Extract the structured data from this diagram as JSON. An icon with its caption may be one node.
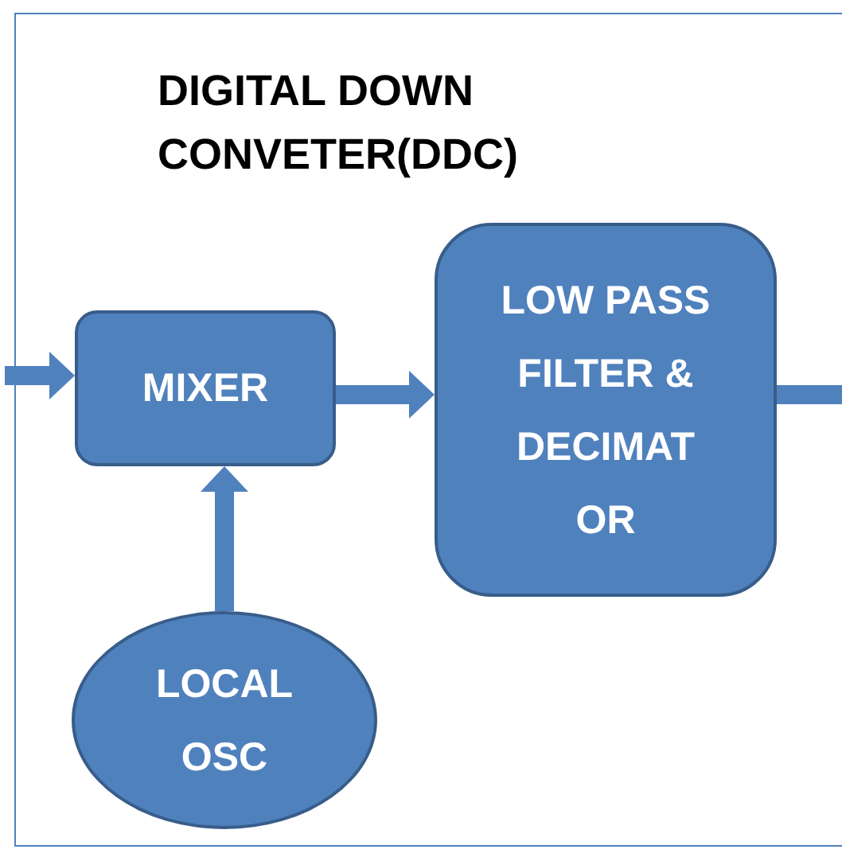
{
  "diagram": {
    "nodes": [
      {
        "text": [
          "DIGITAL DOWN CONVETER(DDC)"
        ]
      },
      {
        "text": [
          "MIXER"
        ],
        "in": 0
      },
      {
        "text": [
          "LOW PASS FILTER & DECIMAT OR"
        ],
        "in": 0
      },
      {
        "text": [
          "LOCAL OSC"
        ],
        "in": 0
      }
    ],
    "edges": [
      {
        "from": null,
        "to": 1,
        "arrow": "to"
      },
      {
        "from": 1,
        "to": 2,
        "arrow": "to"
      },
      {
        "from": 3,
        "to": 1,
        "arrow": "to"
      },
      {
        "from": 2,
        "to": null,
        "arrow": "none"
      }
    ]
  }
}
